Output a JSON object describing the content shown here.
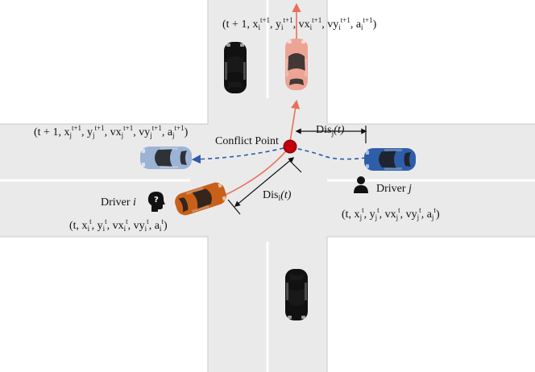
{
  "labels": {
    "conflict_point": "Conflict Point",
    "driver_i": "Driver",
    "driver_i_var": "i",
    "driver_j": "Driver",
    "driver_j_var": "j",
    "dis_i_prefix": "Dis",
    "dis_i_sub": "i",
    "dis_i_arg": "(t)",
    "dis_j_prefix": "Dis",
    "dis_j_sub": "j",
    "dis_j_arg": "(t)"
  },
  "states": {
    "vehicle_i_next": "(t + 1, x_i^{t+1}, y_i^{t+1}, vx_i^{t+1}, vy_i^{t+1}, a_i^{t+1})",
    "vehicle_j_next": "(t + 1, x_j^{t+1}, y_j^{t+1}, vx_j^{t+1}, vy_j^{t+1}, a_j^{t+1})",
    "vehicle_i_now": "(t, x_i^t, y_i^t, vx_i^t, vy_i^t, a_i^t)",
    "vehicle_j_now": "(t, x_j^t, y_j^t, vx_j^t, vy_j^t, a_j^t)"
  },
  "colors": {
    "road": "#eaeaea",
    "road_edge": "#c9c9c9",
    "lane_mark": "#ffffff",
    "conflict_point": "#c0000a",
    "path_i": "#e8705a",
    "path_j": "#2e5ba8",
    "car_i": "#c9601a",
    "car_i_next": "#eda190",
    "car_j": "#2f5ea8",
    "car_j_next": "#9db3d6",
    "car_black": "#111111"
  },
  "icons": {
    "driver_i": "question-head-icon",
    "driver_j": "person-icon"
  }
}
